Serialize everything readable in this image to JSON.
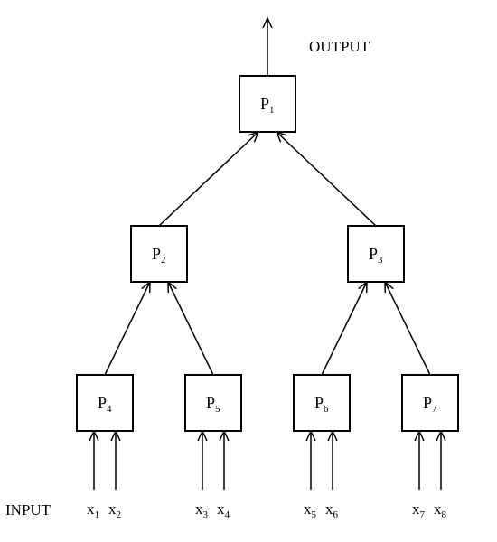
{
  "output_label": "OUTPUT",
  "input_label": "INPUT",
  "nodes": [
    {
      "id": "P1",
      "name": "P",
      "sub": "1"
    },
    {
      "id": "P2",
      "name": "P",
      "sub": "2"
    },
    {
      "id": "P3",
      "name": "P",
      "sub": "3"
    },
    {
      "id": "P4",
      "name": "P",
      "sub": "4"
    },
    {
      "id": "P5",
      "name": "P",
      "sub": "5"
    },
    {
      "id": "P6",
      "name": "P",
      "sub": "6"
    },
    {
      "id": "P7",
      "name": "P",
      "sub": "7"
    }
  ],
  "edges": [
    {
      "from": "P2",
      "to": "P1"
    },
    {
      "from": "P3",
      "to": "P1"
    },
    {
      "from": "P4",
      "to": "P2"
    },
    {
      "from": "P5",
      "to": "P2"
    },
    {
      "from": "P6",
      "to": "P3"
    },
    {
      "from": "P7",
      "to": "P3"
    }
  ],
  "inputs": [
    {
      "name": "x",
      "sub": "1",
      "to": "P4"
    },
    {
      "name": "x",
      "sub": "2",
      "to": "P4"
    },
    {
      "name": "x",
      "sub": "3",
      "to": "P5"
    },
    {
      "name": "x",
      "sub": "4",
      "to": "P5"
    },
    {
      "name": "x",
      "sub": "5",
      "to": "P6"
    },
    {
      "name": "x",
      "sub": "6",
      "to": "P6"
    },
    {
      "name": "x",
      "sub": "7",
      "to": "P7"
    },
    {
      "name": "x",
      "sub": "8",
      "to": "P7"
    }
  ],
  "output": {
    "from": "P1"
  }
}
